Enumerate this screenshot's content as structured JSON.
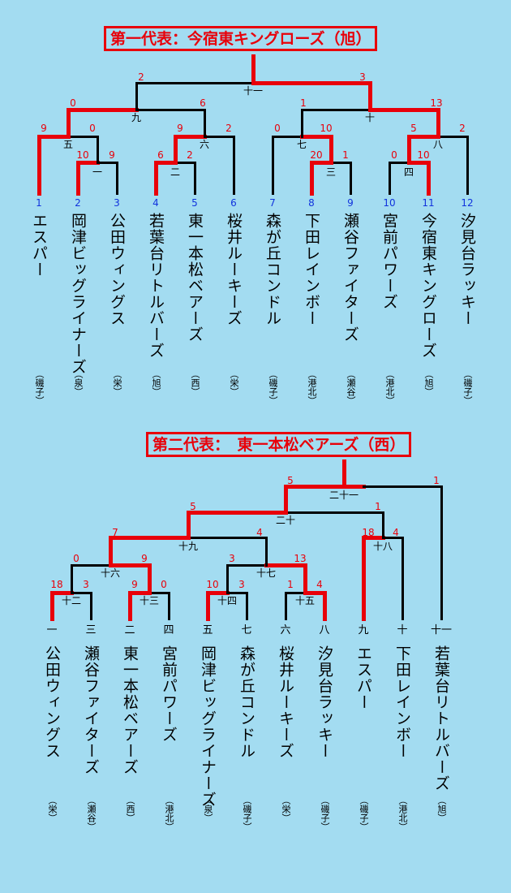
{
  "sections": [
    {
      "title": "第一代表：今宿東キングローズ（旭）",
      "teams": [
        {
          "seed": "1",
          "name": "エスパー",
          "area": "（磯子）"
        },
        {
          "seed": "2",
          "name": "岡津ビッグライナーズ",
          "area": "（泉）"
        },
        {
          "seed": "3",
          "name": "公田ウィングス",
          "area": "（栄）"
        },
        {
          "seed": "4",
          "name": "若葉台リトルバーズ",
          "area": "（旭）"
        },
        {
          "seed": "5",
          "name": "東一本松ベアーズ",
          "area": "（西）"
        },
        {
          "seed": "6",
          "name": "桜井ルーキーズ",
          "area": "（栄）"
        },
        {
          "seed": "7",
          "name": "森が丘コンドル",
          "area": "（磯子）"
        },
        {
          "seed": "8",
          "name": "下田レインボー",
          "area": "（港北）"
        },
        {
          "seed": "9",
          "name": "瀬谷ファイターズ",
          "area": "（瀬谷）"
        },
        {
          "seed": "10",
          "name": "宮前パワーズ",
          "area": "（港北）"
        },
        {
          "seed": "11",
          "name": "今宿東キングローズ",
          "area": "（旭）"
        },
        {
          "seed": "12",
          "name": "汐見台ラッキー",
          "area": "（磯子）"
        }
      ],
      "games": [
        "一",
        "二",
        "三",
        "四",
        "五",
        "六",
        "七",
        "八",
        "九",
        "十",
        "十一"
      ],
      "scores": [
        "10",
        "9",
        "6",
        "2",
        "20",
        "1",
        "0",
        "10",
        "9",
        "0",
        "9",
        "2",
        "0",
        "10",
        "5",
        "2",
        "0",
        "6",
        "1",
        "13",
        "2",
        "3"
      ]
    },
    {
      "title": "第二代表：　東一本松ベアーズ（西）",
      "teams": [
        {
          "seed": "一",
          "name": "公田ウィングス",
          "area": "（栄）"
        },
        {
          "seed": "三",
          "name": "瀬谷ファイターズ",
          "area": "（瀬谷）"
        },
        {
          "seed": "二",
          "name": "東一本松ベアーズ",
          "area": "（西）"
        },
        {
          "seed": "四",
          "name": "宮前パワーズ",
          "area": "（港北）"
        },
        {
          "seed": "五",
          "name": "岡津ビッグライナーズ",
          "area": "（泉）"
        },
        {
          "seed": "七",
          "name": "森が丘コンドル",
          "area": "（磯子）"
        },
        {
          "seed": "六",
          "name": "桜井ルーキーズ",
          "area": "（栄）"
        },
        {
          "seed": "八",
          "name": "汐見台ラッキー",
          "area": "（磯子）"
        },
        {
          "seed": "九",
          "name": "エスパー",
          "area": "（磯子）"
        },
        {
          "seed": "十",
          "name": "下田レインボー",
          "area": "（港北）"
        },
        {
          "seed": "十一",
          "name": "若葉台リトルバーズ",
          "area": "（旭）"
        }
      ],
      "games": [
        "十二",
        "十三",
        "十四",
        "十五",
        "十六",
        "十七",
        "十八",
        "十九",
        "二十",
        "二十一"
      ],
      "scores": [
        "18",
        "3",
        "9",
        "0",
        "10",
        "3",
        "1",
        "4",
        "0",
        "9",
        "3",
        "13",
        "7",
        "4",
        "18",
        "4",
        "5",
        "1",
        "5",
        "1"
      ]
    }
  ],
  "colors": {
    "background": "#a3dcf1",
    "winner_line": "#e8000a",
    "loser_line": "#000000",
    "seed_number": "#1133dd",
    "score": "#e8000a"
  }
}
